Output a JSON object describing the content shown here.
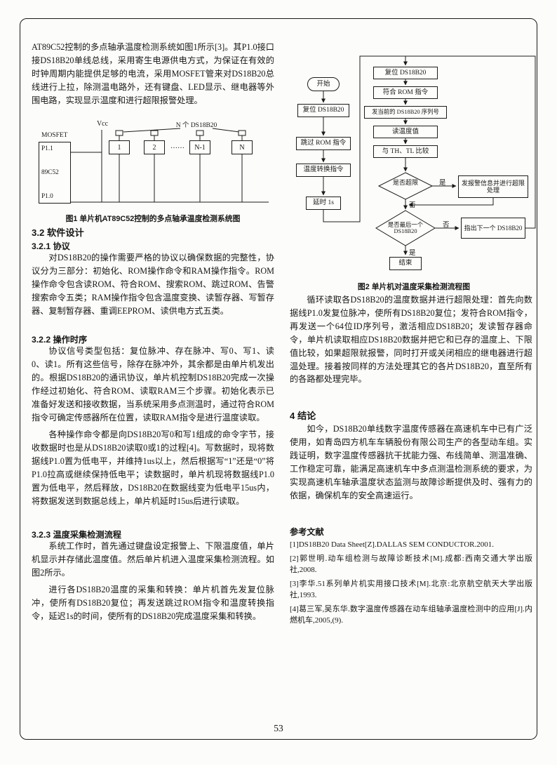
{
  "page": {
    "number": "53"
  },
  "left": {
    "intro": "AT89C52控制的多点轴承温度检测系统如图1所示[3]。其P1.0接口接DS18B20单线总线，采用寄生电源供电方式，为保证在有效的时钟周期内能提供足够的电流，采用MOSFET管来对DS18B20总线进行上拉，除测温电路外，还有键盘、LED显示、继电器等外围电路，实现显示温度和进行超限报警处理。",
    "fig1": {
      "caption": "图1 单片机AT89C52控制的多点轴承温度检测系统图",
      "vcc": "Vcc",
      "mosfet": "MOSFET",
      "p11": "P1.1",
      "mcu": "89C52",
      "p10": "P1.0",
      "group_label": "N 个 DS18B20",
      "sensors": [
        "1",
        "2",
        "N-1",
        "N"
      ],
      "dots": "……"
    },
    "s32": {
      "title": "3.2 软件设计"
    },
    "s321": {
      "title": "3.2.1 协议",
      "p1": "对DS18B20的操作需要严格的协议以确保数据的完整性，协议分为三部分：初始化、ROM操作命令和RAM操作指令。ROM操作命令包含读ROM、符合ROM、搜索ROM、跳过ROM、告警搜索命令五类；RAM操作指令包含温度变换、读暂存器、写暂存器、复制暂存器、重调EEPROM、读供电方式五类。"
    },
    "s322": {
      "title": "3.2.2 操作时序",
      "p1": "协议信号类型包括：复位脉冲、存在脉冲、写0、写1、读0、读1。所有这些信号，除存在脉冲外，其余都是由单片机发出的。根据DS18B20的通讯协议，单片机控制DS18B20完成一次操作经过初始化、符合ROM、读取RAM三个步骤。初始化表示已准备好发送和接收数据，当系统采用多点测温时，通过符合ROM指令可确定传感器所在位置，读取RAM指令是进行温度读取。",
      "p2": "各种操作命令都是向DS18B20写0和写1组成的命令字节，接收数据时也是从DS18B20读取0或1的过程[4]。写数据时，现将数据线P1.0置为低电平，并维持1us以上，然后根据写“1”还是“0”将P1.0拉高或继续保持低电平；读数据时，单片机现将数据线P1.0置为低电平，然后释放，DS18B20在数据线变为低电平15us内，将数据发送到数据总线上，单片机延时15us后进行读取。"
    },
    "s323": {
      "title": "3.2.3 温度采集检测流程",
      "p1": "系统工作时，首先通过键盘设定报警上、下限温度值，单片机显示并存储此温度值。然后单片机进入温度采集检测流程。如图2所示。",
      "p2": "进行各DS18B20温度的采集和转换：单片机首先发复位脉冲，使所有DS18B20复位；再发送跳过ROM指令和温度转换指令，延迟1s的时间，使所有的DS18B20完成温度采集和转换。"
    }
  },
  "right": {
    "fig2": {
      "caption": "图2 单片机对温度采集检测流程图",
      "nodes": {
        "start": "开始",
        "reset1": "复位 DS18B20",
        "skip_rom": "跳过 ROM 指令",
        "convert": "温度转换指令",
        "delay": "延时 1s",
        "reset2": "复位 DS18B20",
        "match_rom": "符合 ROM 指令",
        "send_id": "发当前的 DS18B20 序列号",
        "read_temp": "读温度值",
        "compare": "与 TH、TL 比较",
        "q_over": "是否超限",
        "alarm": "发报警信息并进行超限处理",
        "q_last": "是否最后一个 DS18B20",
        "next": "指出下一个 DS18B20",
        "end": "结束",
        "yes": "是",
        "no": "否"
      }
    },
    "p_loop": "循环读取各DS18B20的温度数据并进行超限处理：首先向数据线P1.0发复位脉冲，使所有DS18B20复位；发符合ROM指令，再发送一个64位ID序列号，激活相应DS18B20；发读暂存器命令，单片机读取相应DS18B20数据并把它和已存的温度上、下限值比较，如果超限就报警，同时打开或关闭相应的继电器进行超温处理。接着按同样的方法处理其它的各片DS18B20，直至所有的各路都处理完毕。",
    "s4": {
      "title": "4 结论",
      "p1": "如今，DS18B20单线数字温度传感器在高速机车中已有广泛使用，如青岛四方机车车辆股份有限公司生产的各型动车组。实践证明，数字温度传感器抗干扰能力强、布线简单、测温准确、工作稳定可靠，能满足高速机车中多点测温检测系统的要求，为实现高速机车轴承温度状态监测与故障诊断提供及时、强有力的依据，确保机车的安全高速运行。"
    },
    "refs": {
      "title": "参考文献",
      "items": [
        "[1]DS18B20 Data Sheet[Z].DALLAS SEM CONDUCTOR.2001.",
        "[2]郭世明.动车组检测与故障诊断技术[M].成都:西南交通大学出版社,2008.",
        "[3]李华.51系列单片机实用接口技术[M].北京:北京航空航天大学出版社,1993.",
        "[4]葛三军,吴东华.数字温度传感器在动车组轴承温度检测中的应用[J].内燃机车,2005,(9)."
      ]
    }
  }
}
